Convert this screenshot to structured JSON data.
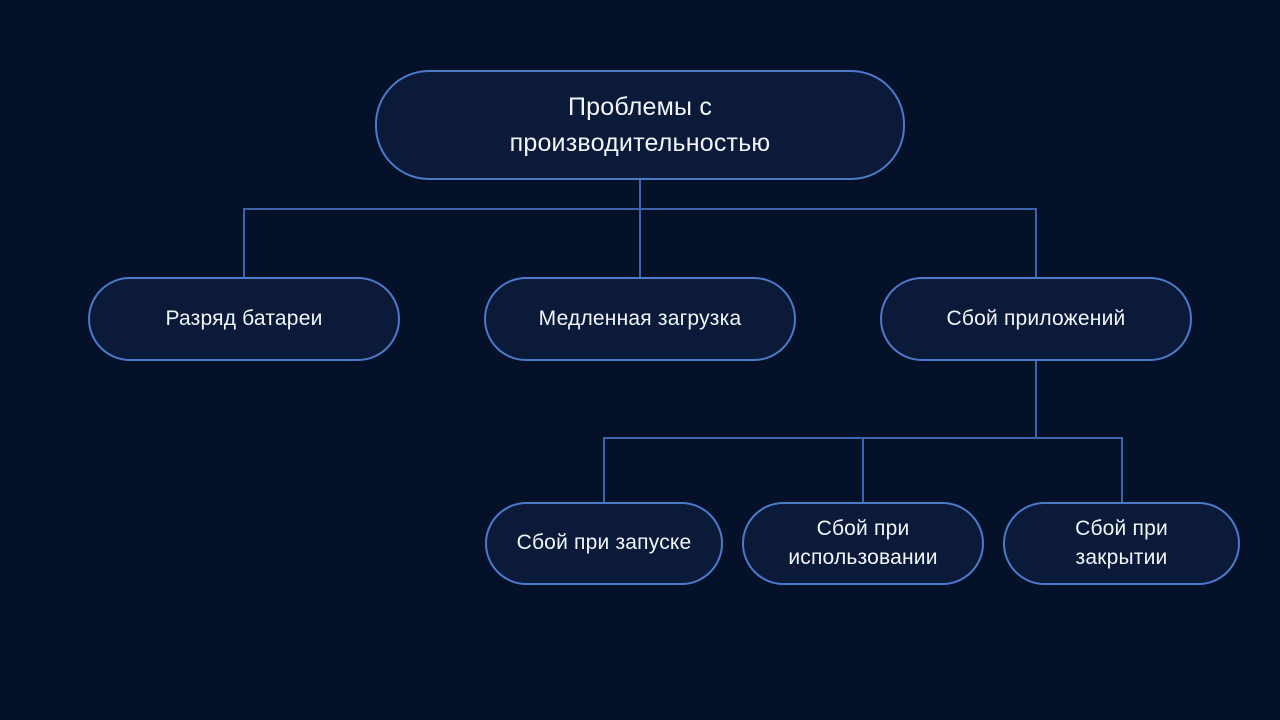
{
  "diagram": {
    "type": "tree-flowchart",
    "background_color": "#041129",
    "node_fill_color": "#0a1a38",
    "node_border_color": "#4d79c9",
    "connector_color": "#3e64ad",
    "text_color": "#f2f5fa"
  },
  "nodes": {
    "root": {
      "label": "Проблемы с производительностью",
      "lines": [
        "Проблемы с",
        "производительностью"
      ],
      "children": [
        "battery_drain",
        "slow_loading",
        "app_crash"
      ]
    },
    "battery_drain": {
      "label": "Разряд батареи",
      "lines": [
        "Разряд батареи"
      ],
      "children": []
    },
    "slow_loading": {
      "label": "Медленная загрузка",
      "lines": [
        "Медленная загрузка"
      ],
      "children": []
    },
    "app_crash": {
      "label": "Сбой приложений",
      "lines": [
        "Сбой приложений"
      ],
      "children": [
        "crash_on_launch",
        "crash_in_use",
        "crash_on_close"
      ]
    },
    "crash_on_launch": {
      "label": "Сбой при запуске",
      "lines": [
        "Сбой при запуске"
      ],
      "children": []
    },
    "crash_in_use": {
      "label": "Сбой при использовании",
      "lines": [
        "Сбой при",
        "использовании"
      ],
      "children": []
    },
    "crash_on_close": {
      "label": "Сбой при закрытии",
      "lines": [
        "Сбой при",
        "закрытии"
      ],
      "children": []
    }
  }
}
